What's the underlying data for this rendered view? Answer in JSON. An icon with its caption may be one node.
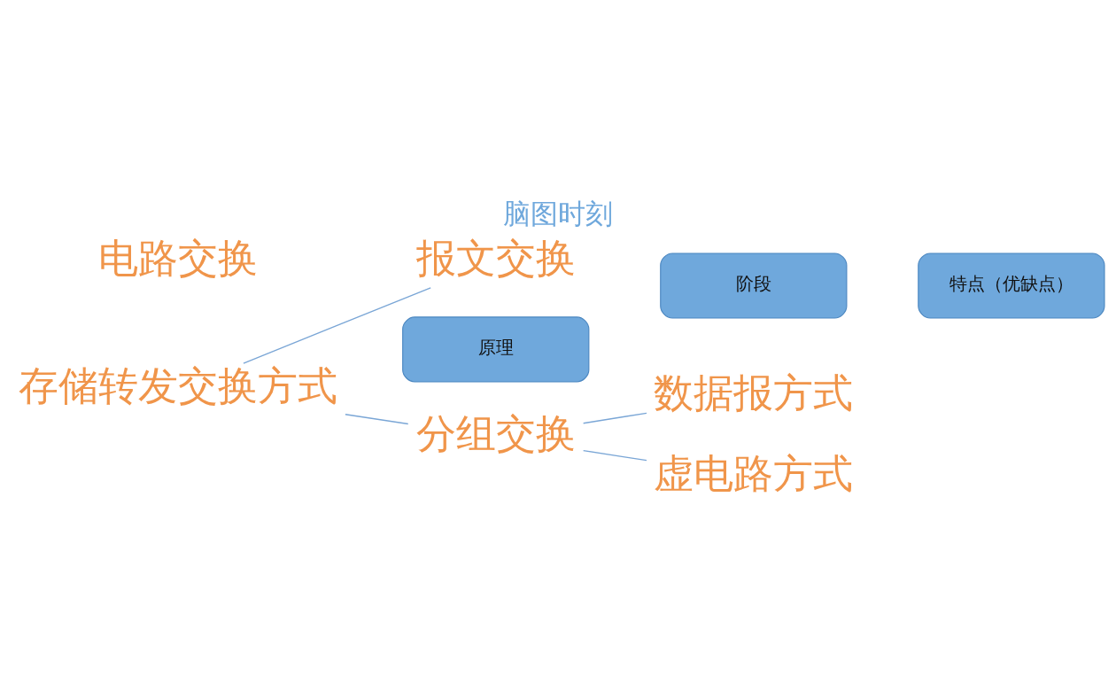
{
  "diagram": {
    "title": "脑图时刻",
    "nodes": [
      {
        "text": [
          "电路交换"
        ]
      },
      {
        "text": [
          "存储转发交换方式"
        ]
      },
      {
        "text": [
          "报文交换"
        ]
      },
      {
        "text": [
          "分组交换"
        ]
      },
      {
        "text": [
          "数据报方式"
        ]
      },
      {
        "text": [
          "虚电路方式"
        ]
      },
      {
        "text": [
          "原理"
        ]
      },
      {
        "text": [
          "阶段"
        ]
      },
      {
        "text": [
          "特点（优缺点）"
        ]
      }
    ],
    "edges": [
      {
        "from": 1,
        "to": 2,
        "arrow": "none"
      },
      {
        "from": 1,
        "to": 3,
        "arrow": "none"
      },
      {
        "from": 3,
        "to": 4,
        "arrow": "none"
      },
      {
        "from": 3,
        "to": 5,
        "arrow": "none"
      }
    ]
  }
}
